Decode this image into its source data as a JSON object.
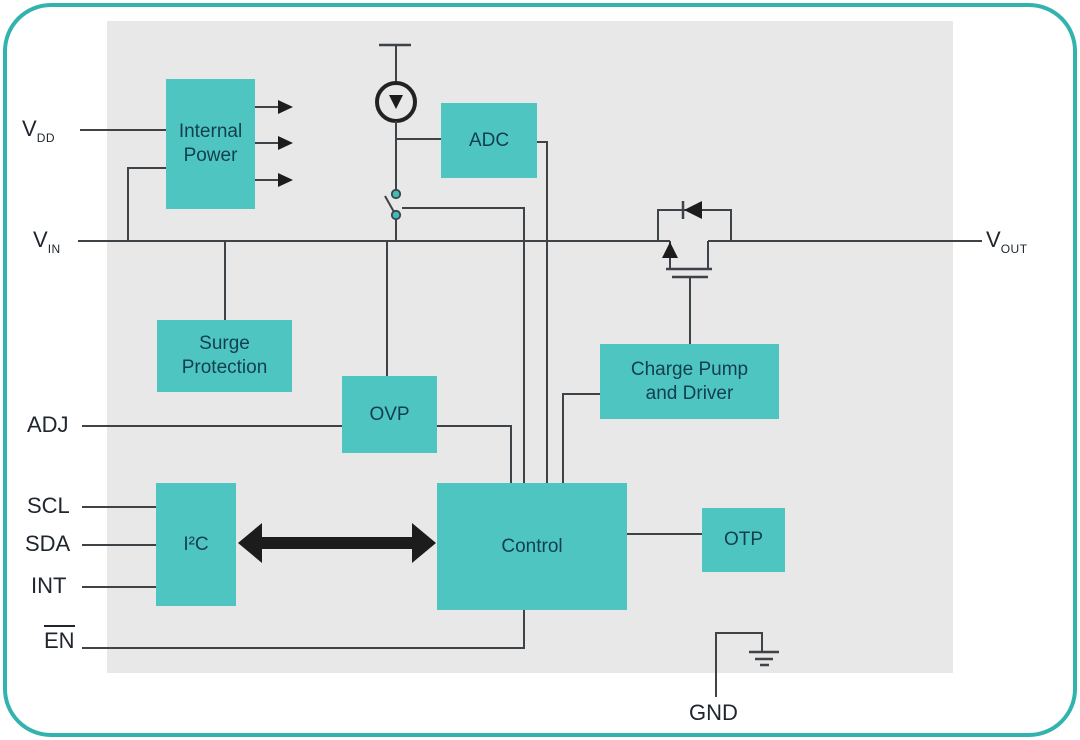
{
  "colors": {
    "block_fill": "#4EC5C1",
    "frame_border": "#33B3AE",
    "panel_background": "#E8E8E8",
    "wire": "#3E4347",
    "solid_arrow": "#1C1C1C",
    "block_text": "#123F4D",
    "pin_text": "#20262E"
  },
  "blocks": {
    "internal_power": "Internal Power",
    "adc": "ADC",
    "surge_protection": "Surge Protection",
    "ovp": "OVP",
    "charge_pump": "Charge Pump and Driver",
    "i2c": "I²C",
    "control": "Control",
    "otp": "OTP"
  },
  "pins": {
    "vdd": {
      "base": "V",
      "sub": "DD"
    },
    "vin": {
      "base": "V",
      "sub": "IN"
    },
    "vout": {
      "base": "V",
      "sub": "OUT"
    },
    "adj": "ADJ",
    "scl": "SCL",
    "sda": "SDA",
    "int": "INT",
    "en": "EN",
    "gnd": "GND"
  },
  "symbols": [
    "current-source-icon",
    "switch-icon",
    "mosfet-icon",
    "body-diode-icon",
    "ground-icon",
    "bidirectional-arrow-icon",
    "arrow-right-icon"
  ]
}
